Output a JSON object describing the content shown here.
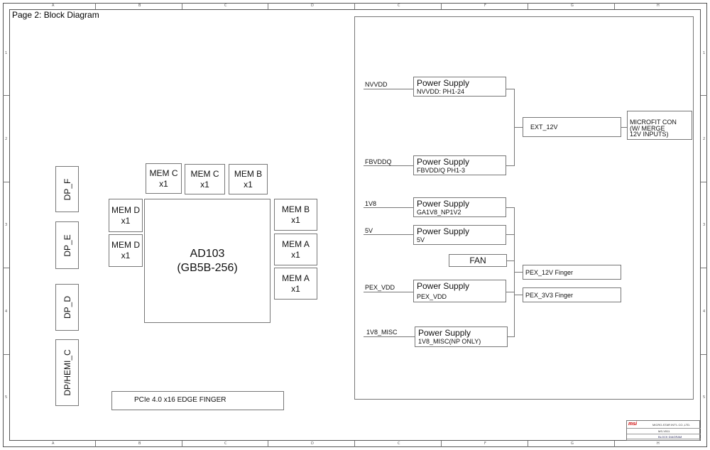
{
  "page_title": "Page 2: Block Diagram",
  "ruler": {
    "cols": [
      "A",
      "B",
      "C",
      "D",
      "C",
      "F",
      "G",
      "H"
    ],
    "rows": [
      "1",
      "2",
      "3",
      "4",
      "5"
    ]
  },
  "display_ports": [
    "DP_F",
    "DP_E",
    "DP_D",
    "DP/HEMI_C"
  ],
  "gpu": {
    "line1": "AD103",
    "line2": "(GB5B-256)"
  },
  "memory": {
    "top": [
      {
        "line1": "MEM C",
        "line2": "x1"
      },
      {
        "line1": "MEM   C",
        "line2": "x1"
      },
      {
        "line1": "MEM   B",
        "line2": "x1"
      }
    ],
    "left": [
      {
        "line1": "MEM D",
        "line2": "x1"
      },
      {
        "line1": "MEM D",
        "line2": "x1"
      }
    ],
    "right": [
      {
        "line1": "MEM   B",
        "line2": "x1"
      },
      {
        "line1": "MEM   A",
        "line2": "x1"
      },
      {
        "line1": "MEM   A",
        "line2": "x1"
      }
    ]
  },
  "pcie": "PCIe 4.0 x16 EDGE FINGER",
  "power_supplies": [
    {
      "rail": "NVVDD",
      "title": "Power Supply",
      "sub": "NVVDD: PH1-24"
    },
    {
      "rail": "FBVDDQ",
      "title": "Power Supply",
      "sub": "FBVDD/Q PH1-3"
    },
    {
      "rail": "1V8",
      "title": "Power Supply",
      "sub": "GA1V8_NP1V2"
    },
    {
      "rail": "5V",
      "title": "Power Supply",
      "sub": "5V"
    },
    {
      "rail": "PEX_VDD",
      "title": "Power Supply",
      "sub": "PEX_VDD"
    },
    {
      "rail": "1V8_MISC",
      "title": "Power Supply",
      "sub": "1V8_MISC(NP ONLY)"
    }
  ],
  "fan": "FAN",
  "ext_12v": "EXT_12V",
  "microfit": {
    "line1": "MICROFIT CON",
    "line2": "(W/ MERGE",
    "line3": "12V INPUTS)"
  },
  "pex_12v": "PEX_12V Finger",
  "pex_3v3": "PEX_3V3 Finger",
  "title_block": {
    "logo": "msi",
    "company": "MICRO-STAR INT'L CO.,LTD.",
    "model": "MS-V511",
    "sheet_title": "BLOCK DIAGRAM"
  }
}
